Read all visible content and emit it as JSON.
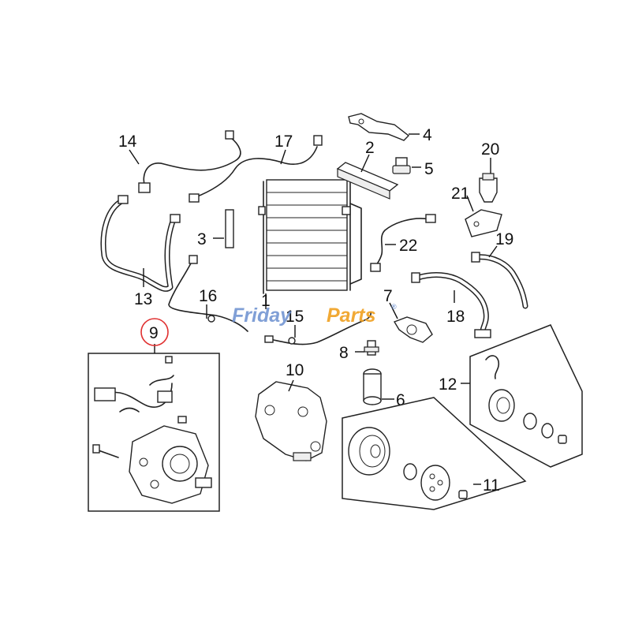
{
  "callouts": {
    "c1": "1",
    "c2": "2",
    "c3": "3",
    "c4": "4",
    "c5": "5",
    "c6": "6",
    "c7": "7",
    "c8": "8",
    "c9": "9",
    "c10": "10",
    "c11": "11",
    "c12": "12",
    "c13": "13",
    "c14": "14",
    "c15": "15",
    "c16": "16",
    "c17": "17",
    "c18": "18",
    "c19": "19",
    "c20": "20",
    "c21": "21",
    "c22": "22"
  },
  "watermark": {
    "part1": "Friday",
    "part2": "Parts",
    "mark": "®"
  },
  "highlight": {
    "callout": "9",
    "color": "#e03030"
  },
  "colors": {
    "line": "#222222",
    "watermark_blue": "#6a8fd0",
    "watermark_orange": "#f0a020"
  }
}
